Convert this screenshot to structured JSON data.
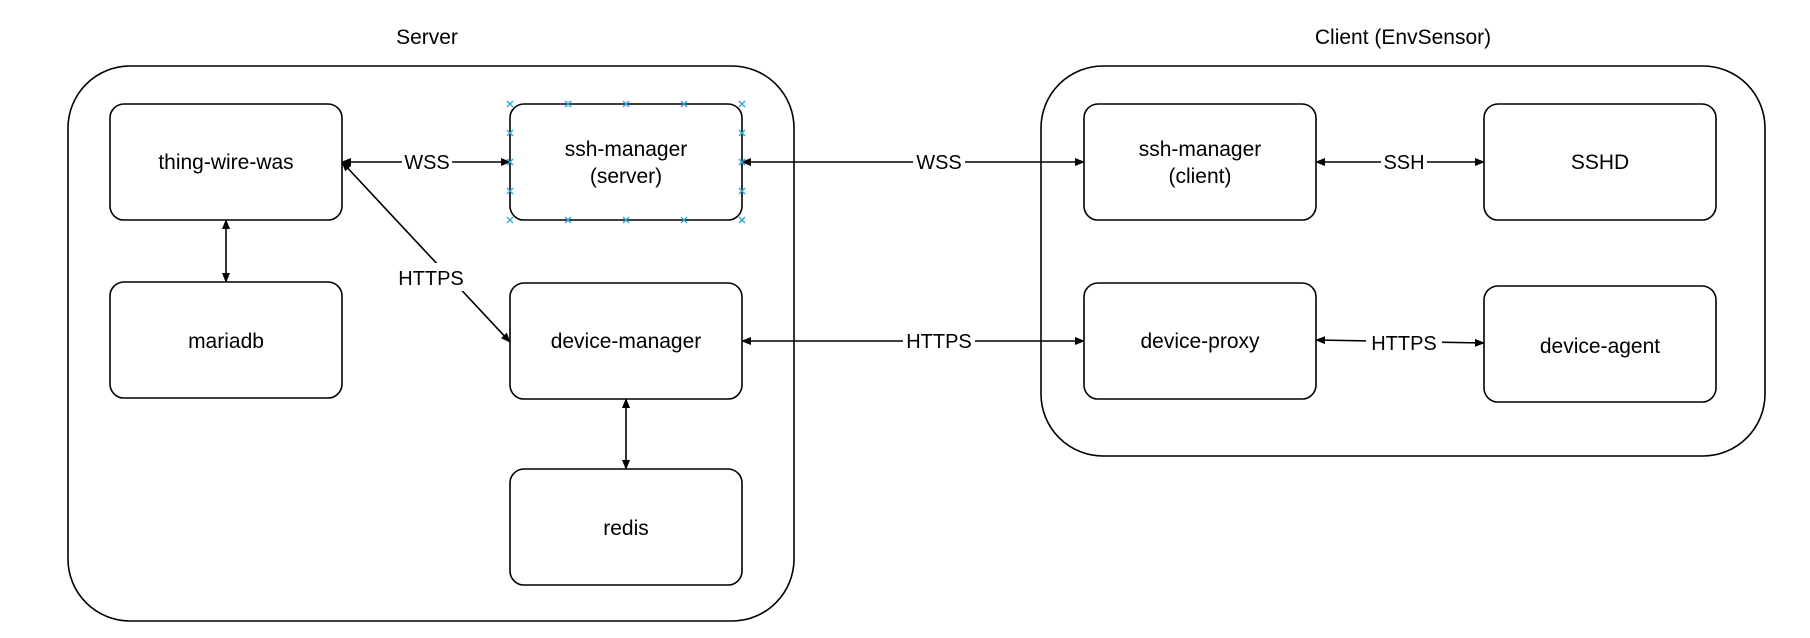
{
  "groups": {
    "server": {
      "title": "Server"
    },
    "client": {
      "title": "Client (EnvSensor)"
    }
  },
  "nodes": {
    "thing_wire_was": [
      "thing-wire-was"
    ],
    "ssh_manager_server": [
      "ssh-manager",
      "(server)"
    ],
    "mariadb": [
      "mariadb"
    ],
    "device_manager": [
      "device-manager"
    ],
    "redis": [
      "redis"
    ],
    "ssh_manager_client": [
      "ssh-manager",
      "(client)"
    ],
    "sshd": [
      "SSHD"
    ],
    "device_proxy": [
      "device-proxy"
    ],
    "device_agent": [
      "device-agent"
    ]
  },
  "edges": {
    "wss_internal": "WSS",
    "https_internal": "HTTPS",
    "wss_external": "WSS",
    "https_external": "HTTPS",
    "ssh": "SSH",
    "https_agent": "HTTPS"
  },
  "colors": {
    "stroke": "#000000",
    "selection": "#29a8e0",
    "background": "#ffffff"
  }
}
